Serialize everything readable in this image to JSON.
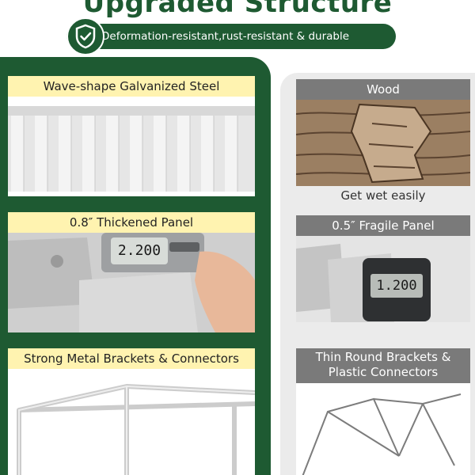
{
  "header": {
    "title": "Upgraded Structure",
    "subtitle": "Deformation-resistant,rust-resistant & durable",
    "badge_icon": "shield-check-icon"
  },
  "left_column": {
    "items": [
      {
        "label": "Wave-shape Galvanized Steel"
      },
      {
        "label": "0.8″ Thickened Panel",
        "caliper_reading": "2.200"
      },
      {
        "label": "Strong Metal Brackets & Connectors"
      }
    ]
  },
  "right_column": {
    "items": [
      {
        "label": "Wood",
        "caption": "Get wet easily"
      },
      {
        "label": "0.5″ Fragile Panel",
        "caliper_reading": "1.200"
      },
      {
        "label_line1": "Thin Round Brackets &",
        "label_line2": "Plastic Connectors"
      }
    ]
  },
  "colors": {
    "brand_green": "#1e5a32",
    "label_yellow": "#fff3b0",
    "label_gray": "#7a7a7a",
    "panel_gray": "#ebebeb"
  }
}
